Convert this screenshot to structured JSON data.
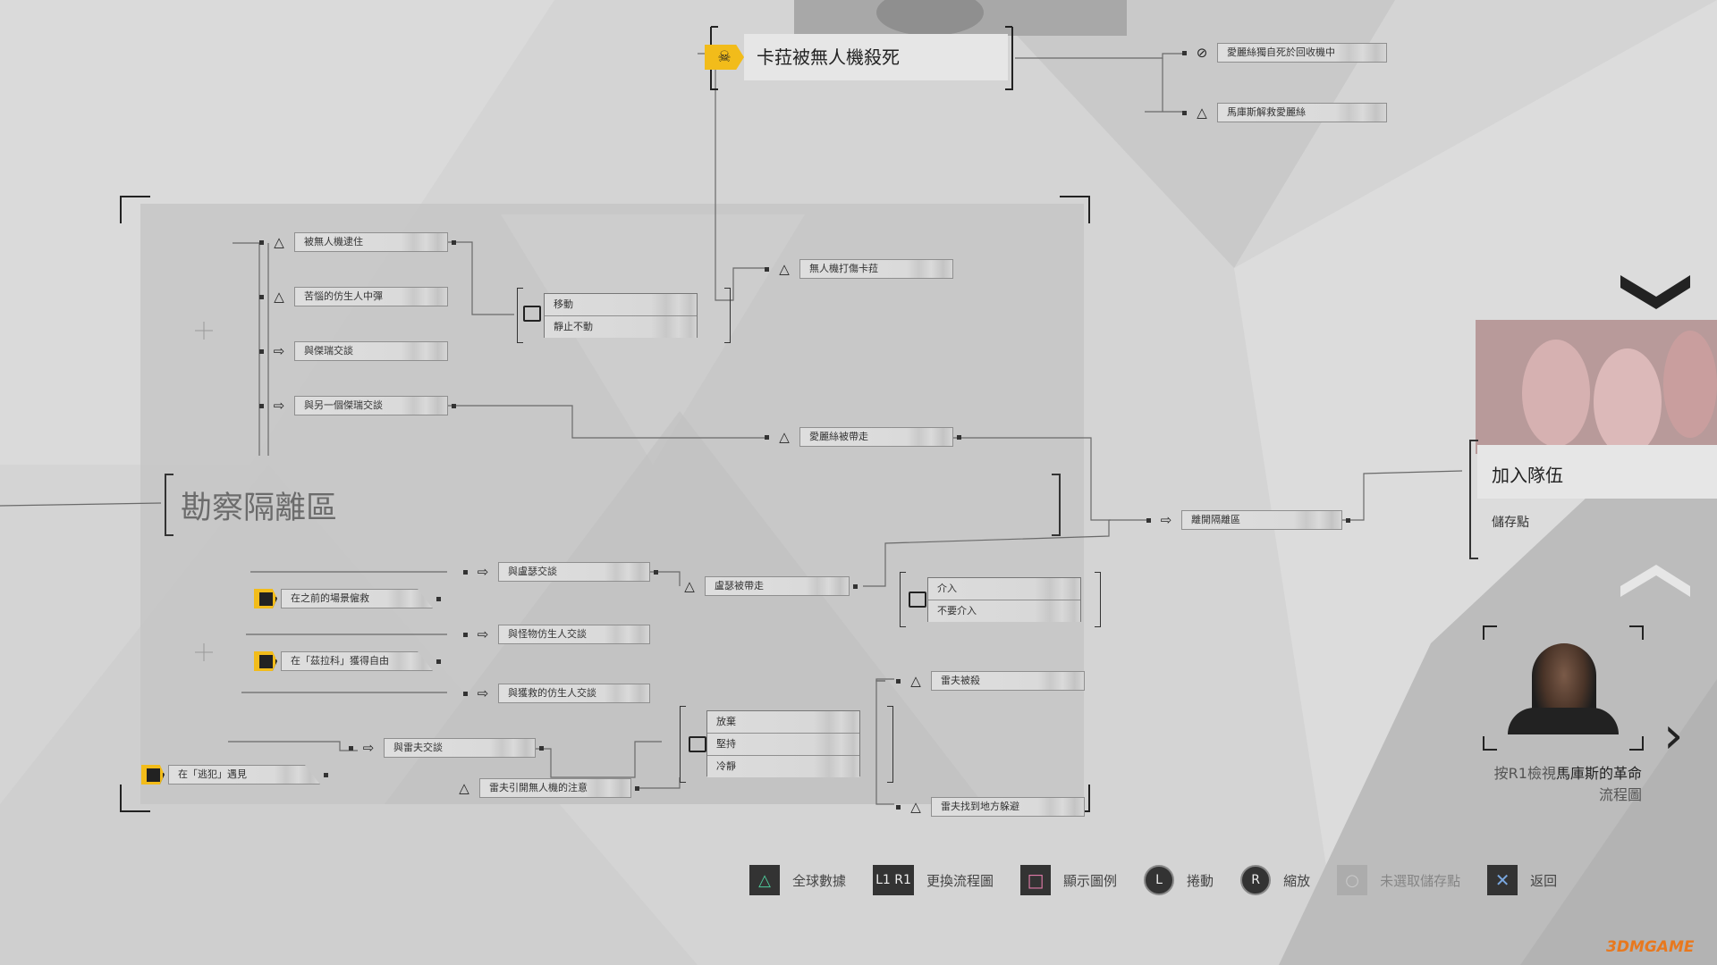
{
  "top_event": {
    "title": "卡菈被無人機殺死",
    "icon": "skull-icon"
  },
  "top_outcomes": [
    {
      "label": "愛麗絲獨自死於回收機中",
      "icon": "forbidden-icon"
    },
    {
      "label": "馬庫斯解救愛麗絲",
      "icon": "triangle-icon"
    }
  ],
  "chapter": {
    "title": "勘察隔離區"
  },
  "left_nodes": [
    {
      "label": "被無人機逮住",
      "icon": "triangle-icon"
    },
    {
      "label": "苦惱的仿生人中彈",
      "icon": "triangle-icon"
    },
    {
      "label": "與傑瑞交談",
      "icon": "arrow-icon"
    },
    {
      "label": "與另一個傑瑞交談",
      "icon": "arrow-icon"
    }
  ],
  "choice_move": {
    "options": [
      "移動",
      "靜止不動"
    ]
  },
  "drone_shoots": {
    "label": "無人機打傷卡菈",
    "icon": "triangle-icon"
  },
  "alice_taken": {
    "label": "愛麗絲被帶走",
    "icon": "triangle-icon"
  },
  "leave_zone": {
    "label": "離開隔離區",
    "icon": "arrow-icon"
  },
  "locked_nodes": [
    {
      "label": "在之前的場景僱救"
    },
    {
      "label": "在「茲拉科」獲得自由"
    },
    {
      "label": "在「逃犯」遇見"
    }
  ],
  "lower_nodes": [
    {
      "label": "與盧瑟交談",
      "icon": "arrow-icon"
    },
    {
      "label": "與怪物仿生人交談",
      "icon": "arrow-icon"
    },
    {
      "label": "與獲救的仿生人交談",
      "icon": "arrow-icon"
    },
    {
      "label": "與雷夫交談",
      "icon": "arrow-icon"
    },
    {
      "label": "雷夫引開無人機的注意",
      "icon": "triangle-icon"
    },
    {
      "label": "盧瑟被帶走",
      "icon": "triangle-icon"
    }
  ],
  "choice_intervene": {
    "options": [
      "介入",
      "不要介入"
    ]
  },
  "choice_ralph": {
    "options": [
      "放棄",
      "堅持",
      "冷靜"
    ]
  },
  "ralph_outcomes": [
    {
      "label": "雷夫被殺",
      "icon": "triangle-icon"
    },
    {
      "label": "雷夫找到地方躲避",
      "icon": "triangle-icon"
    }
  ],
  "next_panel": {
    "title": "加入隊伍",
    "subtitle": "儲存點"
  },
  "character_panel": {
    "hint_prefix": "按R1檢視",
    "hint_name": "馬庫斯的革命",
    "hint_suffix": "流程圖"
  },
  "bottom_bar": [
    {
      "key": "△",
      "label": "全球數據"
    },
    {
      "key": "L1 R1",
      "label": "更換流程圖"
    },
    {
      "key": "□",
      "label": "顯示圖例"
    },
    {
      "key": "L",
      "label": "捲動"
    },
    {
      "key": "R",
      "label": "縮放"
    },
    {
      "key": "○",
      "label": "未選取儲存點"
    },
    {
      "key": "✕",
      "label": "返回"
    }
  ],
  "watermark": "3DMGAME",
  "colors": {
    "accent": "#f2bc1a",
    "panel": "#c8c8c8",
    "background": "#d2d2d2"
  }
}
